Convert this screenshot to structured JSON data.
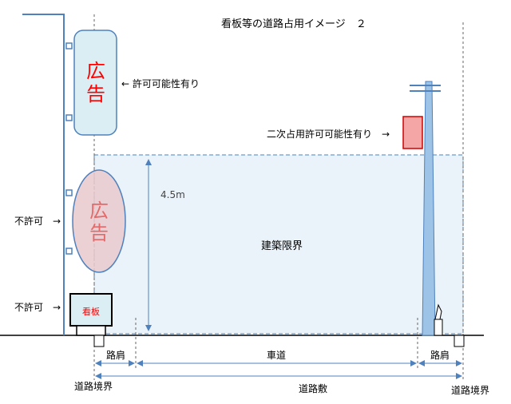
{
  "title": "看板等の道路占用イメージ　２",
  "sign_top": {
    "text_line1": "広",
    "text_line2": "告",
    "note": "← 許可可能性有り"
  },
  "sign_oval": {
    "text_line1": "広",
    "text_line2": "告",
    "note": "不許可　→"
  },
  "sign_box": {
    "text": "看板",
    "note": "不許可　→"
  },
  "pole_sign": {
    "note": "二次占用許可可能性有り　→"
  },
  "clearance": {
    "label": "建築限界",
    "height": "4.5m"
  },
  "dimensions": {
    "shoulder_left": "路肩",
    "carriageway": "車道",
    "shoulder_right": "路肩",
    "road_width": "道路敷",
    "boundary_left": "道路境界",
    "boundary_right": "道路境界"
  },
  "colors": {
    "line": "#4f81bd",
    "red": "#ff0000",
    "pole": "#9dc3e6",
    "clearance_fill": "#eaf3fa",
    "sign_fill": "#daeef3"
  }
}
